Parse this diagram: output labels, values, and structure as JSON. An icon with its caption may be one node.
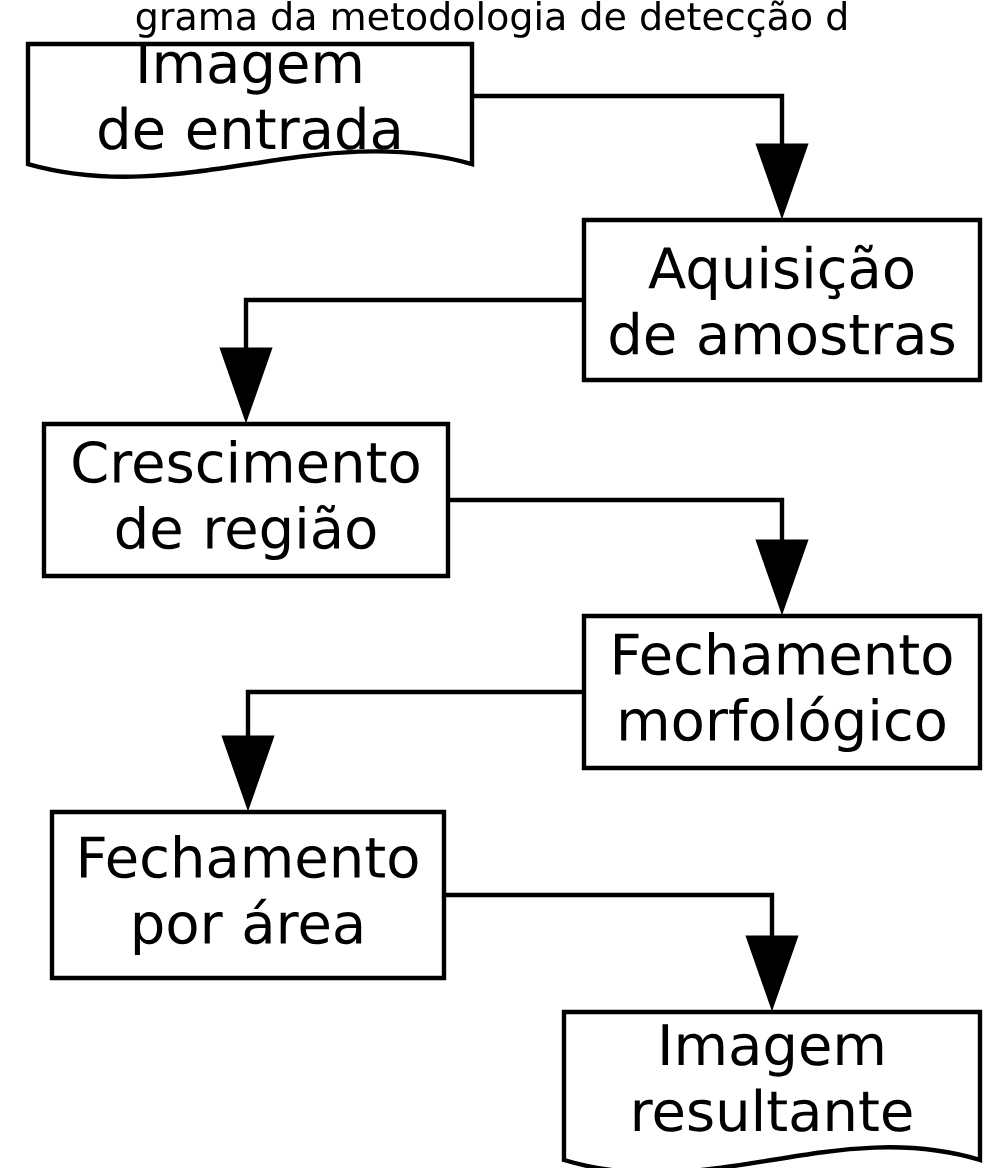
{
  "diagram": {
    "title": "grama da metodologia de detecção d",
    "nodes": [
      {
        "text": [
          "Imagem de entrada"
        ]
      },
      {
        "text": [
          "Aquisição de amostras"
        ]
      },
      {
        "text": [
          "Crescimento de região"
        ]
      },
      {
        "text": [
          "Fechamento morfológico"
        ]
      },
      {
        "text": [
          "Fechamento por área"
        ]
      },
      {
        "text": [
          "Imagem resultante"
        ]
      }
    ],
    "edges": [
      {
        "from": 0,
        "to": 1,
        "arrow": "to"
      },
      {
        "from": 1,
        "to": 2,
        "arrow": "to"
      },
      {
        "from": 2,
        "to": 3,
        "arrow": "to"
      },
      {
        "from": 3,
        "to": 4,
        "arrow": "to"
      },
      {
        "from": 4,
        "to": 5,
        "arrow": "to"
      }
    ]
  }
}
